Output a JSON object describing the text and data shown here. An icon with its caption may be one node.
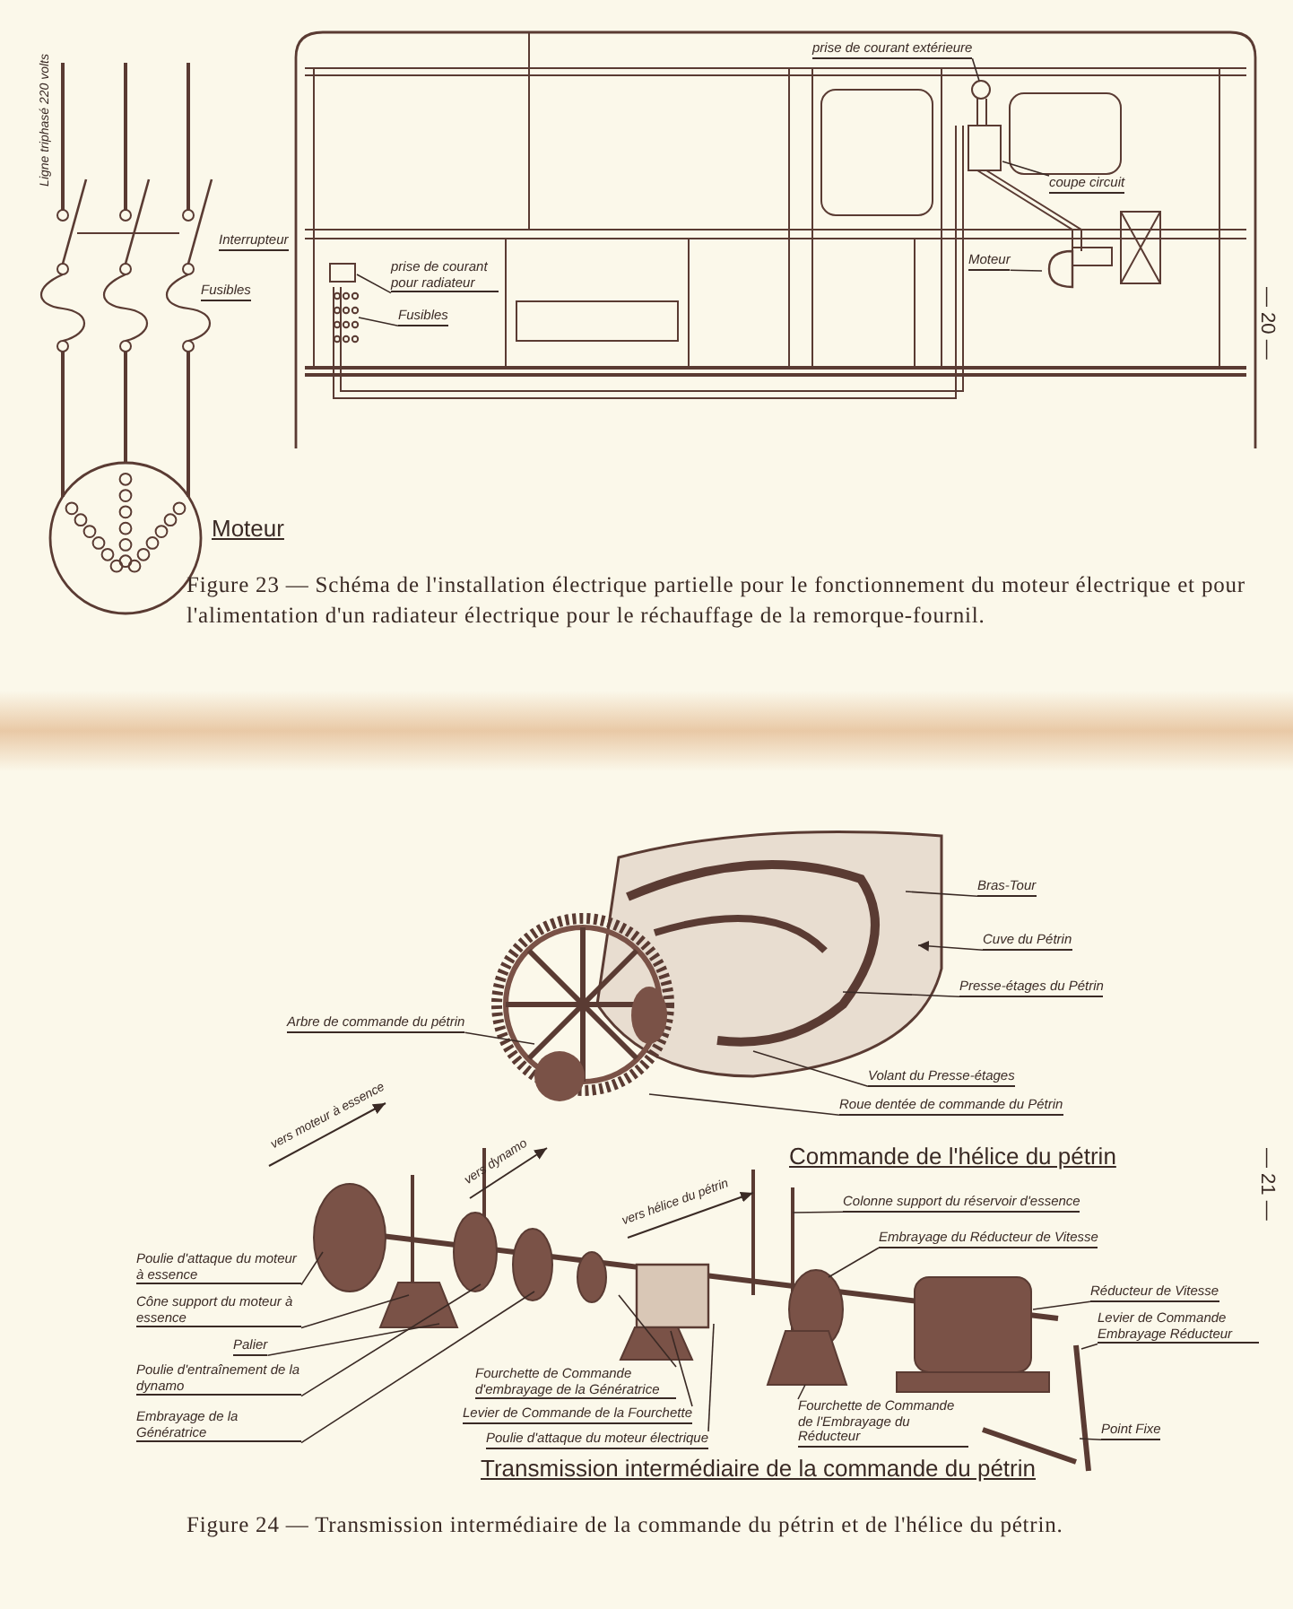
{
  "diagram": {
    "nodes": [
      {
        "text": [
          "prise de courant extérieure"
        ]
      },
      {
        "text": [
          "coupe circuit"
        ]
      },
      {
        "text": [
          "Moteur"
        ]
      },
      {
        "text": [
          "prise de courant pour radiateur"
        ]
      },
      {
        "text": [
          "Fusibles"
        ]
      },
      {
        "text": [
          "Bras-Tour"
        ]
      },
      {
        "text": [
          "Cuve du Pétrin"
        ]
      },
      {
        "text": [
          "Presse-étages du Pétrin"
        ]
      },
      {
        "text": [
          "Volant du Presse-étages"
        ]
      },
      {
        "text": [
          "Roue dentée de commande du Pétrin"
        ]
      },
      {
        "text": [
          "Arbre de commande du pétrin"
        ]
      },
      {
        "text": [
          "Colonne support du réservoir d'essence"
        ]
      },
      {
        "text": [
          "Embrayage du Réducteur de Vitesse"
        ]
      },
      {
        "text": [
          "Réducteur de Vitesse"
        ]
      },
      {
        "text": [
          "Levier de Commande Embrayage Réducteur"
        ]
      },
      {
        "text": [
          "Point Fixe"
        ]
      },
      {
        "text": [
          "Poulie d'attaque du moteur à essence"
        ]
      },
      {
        "text": [
          "Cône support du moteur à essence"
        ]
      },
      {
        "text": [
          "Palier"
        ]
      },
      {
        "text": [
          "Poulie d'entraînement de la dynamo"
        ]
      },
      {
        "text": [
          "Embrayage de la Génératrice"
        ]
      },
      {
        "text": [
          "Fourchette de Commande d'embrayage de la Génératrice"
        ]
      },
      {
        "text": [
          "Levier de Commande de la Fourchette"
        ]
      },
      {
        "text": [
          "Poulie d'attaque du moteur électrique"
        ]
      },
      {
        "text": [
          "Fourchette de Commande de l'Embrayage du Réducteur"
        ]
      }
    ],
    "edges": [
      {
        "from": 0,
        "to": null,
        "arrow": "none"
      },
      {
        "from": 1,
        "to": null,
        "arrow": "none"
      },
      {
        "from": 2,
        "to": null,
        "arrow": "none"
      },
      {
        "from": 3,
        "to": null,
        "arrow": "none"
      },
      {
        "from": 4,
        "to": null,
        "arrow": "none"
      },
      {
        "from": 5,
        "to": null,
        "arrow": "none"
      },
      {
        "from": 6,
        "to": null,
        "arrow": "to"
      },
      {
        "from": 7,
        "to": null,
        "arrow": "none"
      },
      {
        "from": 8,
        "to": null,
        "arrow": "none"
      },
      {
        "from": 9,
        "to": null,
        "arrow": "none"
      },
      {
        "from": 10,
        "to": null,
        "arrow": "none"
      },
      {
        "from": 11,
        "to": null,
        "arrow": "none"
      },
      {
        "from": 12,
        "to": null,
        "arrow": "none"
      },
      {
        "from": 13,
        "to": null,
        "arrow": "none"
      },
      {
        "from": 14,
        "to": null,
        "arrow": "none"
      },
      {
        "from": 15,
        "to": null,
        "arrow": "none"
      },
      {
        "from": 16,
        "to": null,
        "arrow": "none"
      },
      {
        "from": 17,
        "to": null,
        "arrow": "none"
      },
      {
        "from": 18,
        "to": null,
        "arrow": "none"
      },
      {
        "from": 19,
        "to": null,
        "arrow": "none"
      },
      {
        "from": 20,
        "to": null,
        "arrow": "none"
      },
      {
        "from": 21,
        "to": null,
        "arrow": "none"
      },
      {
        "from": 22,
        "to": null,
        "arrow": "none"
      },
      {
        "from": 23,
        "to": null,
        "arrow": "none"
      },
      {
        "from": 24,
        "to": null,
        "arrow": "none"
      }
    ],
    "labels": [
      "Ligne triphasé 220 volts",
      "Interrupteur",
      "Fusibles",
      "Moteur",
      "— 20 —",
      "Figure 23 — Schéma de l'installation électrique partielle pour le fonctionnement du moteur électrique et pour l'alimentation d'un radiateur électrique pour le réchauffage de la remorque-fournil.",
      "vers moteur à essence",
      "vers dynamo",
      "vers hélice du pétrin",
      "Commande de l'hélice du pétrin",
      "— 21 —",
      "Transmission intermédiaire de la commande du pétrin",
      "Figure 24 — Transmission intermédiaire de la commande du pétrin et de l'hélice du pétrin."
    ]
  }
}
